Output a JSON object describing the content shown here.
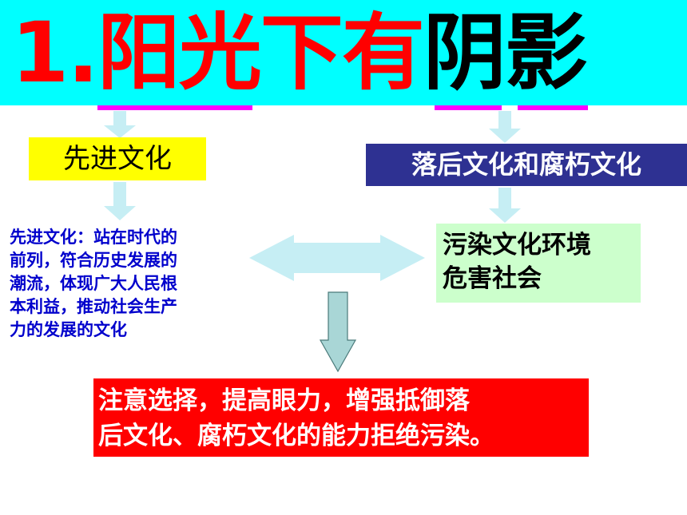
{
  "title": {
    "red_part": "1.阳光下有",
    "black_part": "阴影"
  },
  "left_box": {
    "label": "先进文化"
  },
  "right_box": {
    "label": "落后文化和腐朽文化"
  },
  "left_description": {
    "lines": [
      "先进文化：站在时代的",
      "前列，符合历史发展的",
      "潮流，体现广大人民根",
      "本利益，推动社会生产",
      "力的发展的文化"
    ]
  },
  "right_description": {
    "lines": [
      "污染文化环境",
      "危害社会"
    ]
  },
  "conclusion": {
    "lines": [
      "注意选择，提高眼力，增强抵御落",
      "后文化、腐朽文化的能力拒绝污染。"
    ]
  },
  "colors": {
    "title_background": "#00ffff",
    "title_red": "#ff0000",
    "underline": "#ff00ff",
    "left_box": "#ffff00",
    "right_box": "#2e3192",
    "description_text": "#0000cc",
    "right_description_box": "#ccffcc",
    "conclusion_box": "#ff0000",
    "light_arrow": "#c6eef4",
    "down_arrow": "#a9d6d6"
  }
}
